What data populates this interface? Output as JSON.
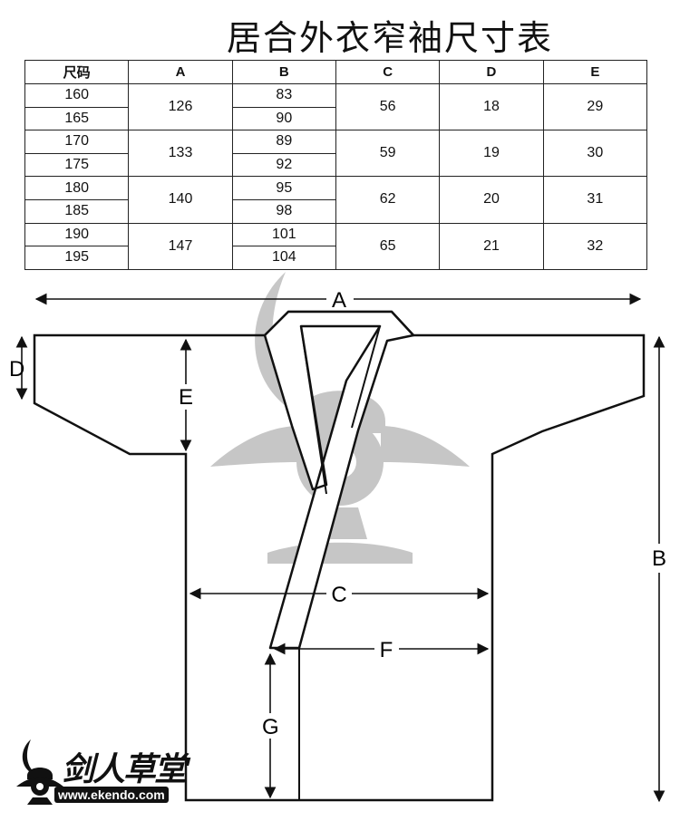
{
  "title": "居合外衣窄袖尺寸表",
  "table": {
    "headers": [
      "尺码",
      "A",
      "B",
      "C",
      "D",
      "E"
    ],
    "groups": [
      {
        "sizes": [
          "160",
          "165"
        ],
        "A": "126",
        "B": [
          "83",
          "90"
        ],
        "C": "56",
        "D": "18",
        "E": "29"
      },
      {
        "sizes": [
          "170",
          "175"
        ],
        "A": "133",
        "B": [
          "89",
          "92"
        ],
        "C": "59",
        "D": "19",
        "E": "30"
      },
      {
        "sizes": [
          "180",
          "185"
        ],
        "A": "140",
        "B": [
          "95",
          "98"
        ],
        "C": "62",
        "D": "20",
        "E": "31"
      },
      {
        "sizes": [
          "190",
          "195"
        ],
        "A": "147",
        "B": [
          "101",
          "104"
        ],
        "C": "65",
        "D": "21",
        "E": "32"
      }
    ]
  },
  "diagram": {
    "labels": {
      "A": "A",
      "B": "B",
      "C": "C",
      "D": "D",
      "E": "E",
      "F": "F",
      "G": "G"
    }
  },
  "logo": {
    "brand_text": "剑人草堂",
    "url": "www.ekendo.com"
  }
}
